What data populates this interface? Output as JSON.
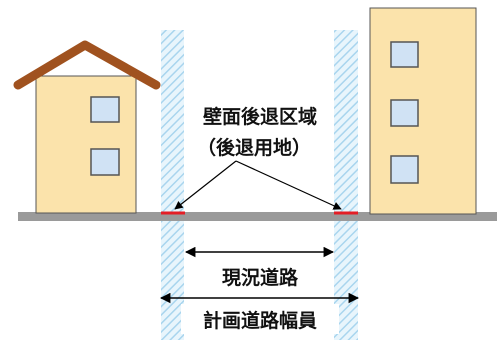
{
  "labels": {
    "setback_zone": "壁面後退区域",
    "setback_land": "（後退用地）",
    "current_road": "現況道路",
    "planned_road_width": "計画道路幅員"
  },
  "colors": {
    "house_wall": "#fbe3ab",
    "house_outline": "#555555",
    "roof": "#a0521f",
    "window": "#d0e2f4",
    "ground": "#9a9a9a",
    "setback_hatch": "#a9d5ee",
    "setback_line": "#e41e26",
    "arrow": "#000000"
  },
  "icons": {
    "left_building": "house-icon",
    "right_building": "building-icon"
  }
}
